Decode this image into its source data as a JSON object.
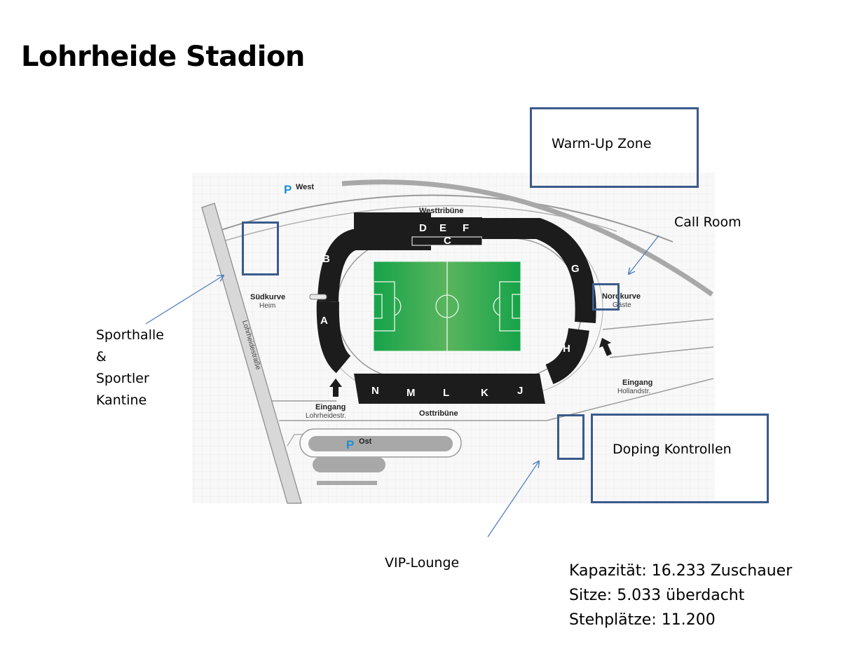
{
  "title": "Lohrheide Stadion",
  "map": {
    "parking_symbol": "P",
    "parking_west": "West",
    "parking_ost": "Ost",
    "stands": {
      "westtribuene": "Westtribüne",
      "osttribuene": "Osttribüne",
      "suedkurve": "Südkurve",
      "suedkurve_sub": "Heim",
      "nordkurve": "Nordkurve",
      "nordkurve_sub": "Gäste"
    },
    "sections": {
      "A": "A",
      "B": "B",
      "C": "C",
      "D": "D",
      "E": "E",
      "F": "F",
      "G": "G",
      "H": "H",
      "J": "J",
      "K": "K",
      "L": "L",
      "M": "M",
      "N": "N"
    },
    "entrances": {
      "lohrheide": "Eingang",
      "lohrheide_sub": "Lohrheidestr.",
      "holland": "Eingang",
      "holland_sub": "Hollandstr."
    },
    "street": "Lohrheidestraße",
    "colors": {
      "pitch": "#2f9e4a",
      "stands": "#1c1c1c",
      "parking": "#1f8fd0",
      "annotation": "#3a5a8c"
    }
  },
  "annotations": {
    "warmup": "Warm-Up Zone",
    "call_room": "Call Room",
    "sporthalle": [
      "Sporthalle",
      "&",
      "Sportler",
      "Kantine"
    ],
    "doping": "Doping Kontrollen",
    "vip": "VIP-Lounge"
  },
  "stats": {
    "capacity": "Kapazität: 16.233 Zuschauer",
    "seats": "Sitze: 5.033 überdacht",
    "standing": "Stehplätze: 11.200"
  }
}
